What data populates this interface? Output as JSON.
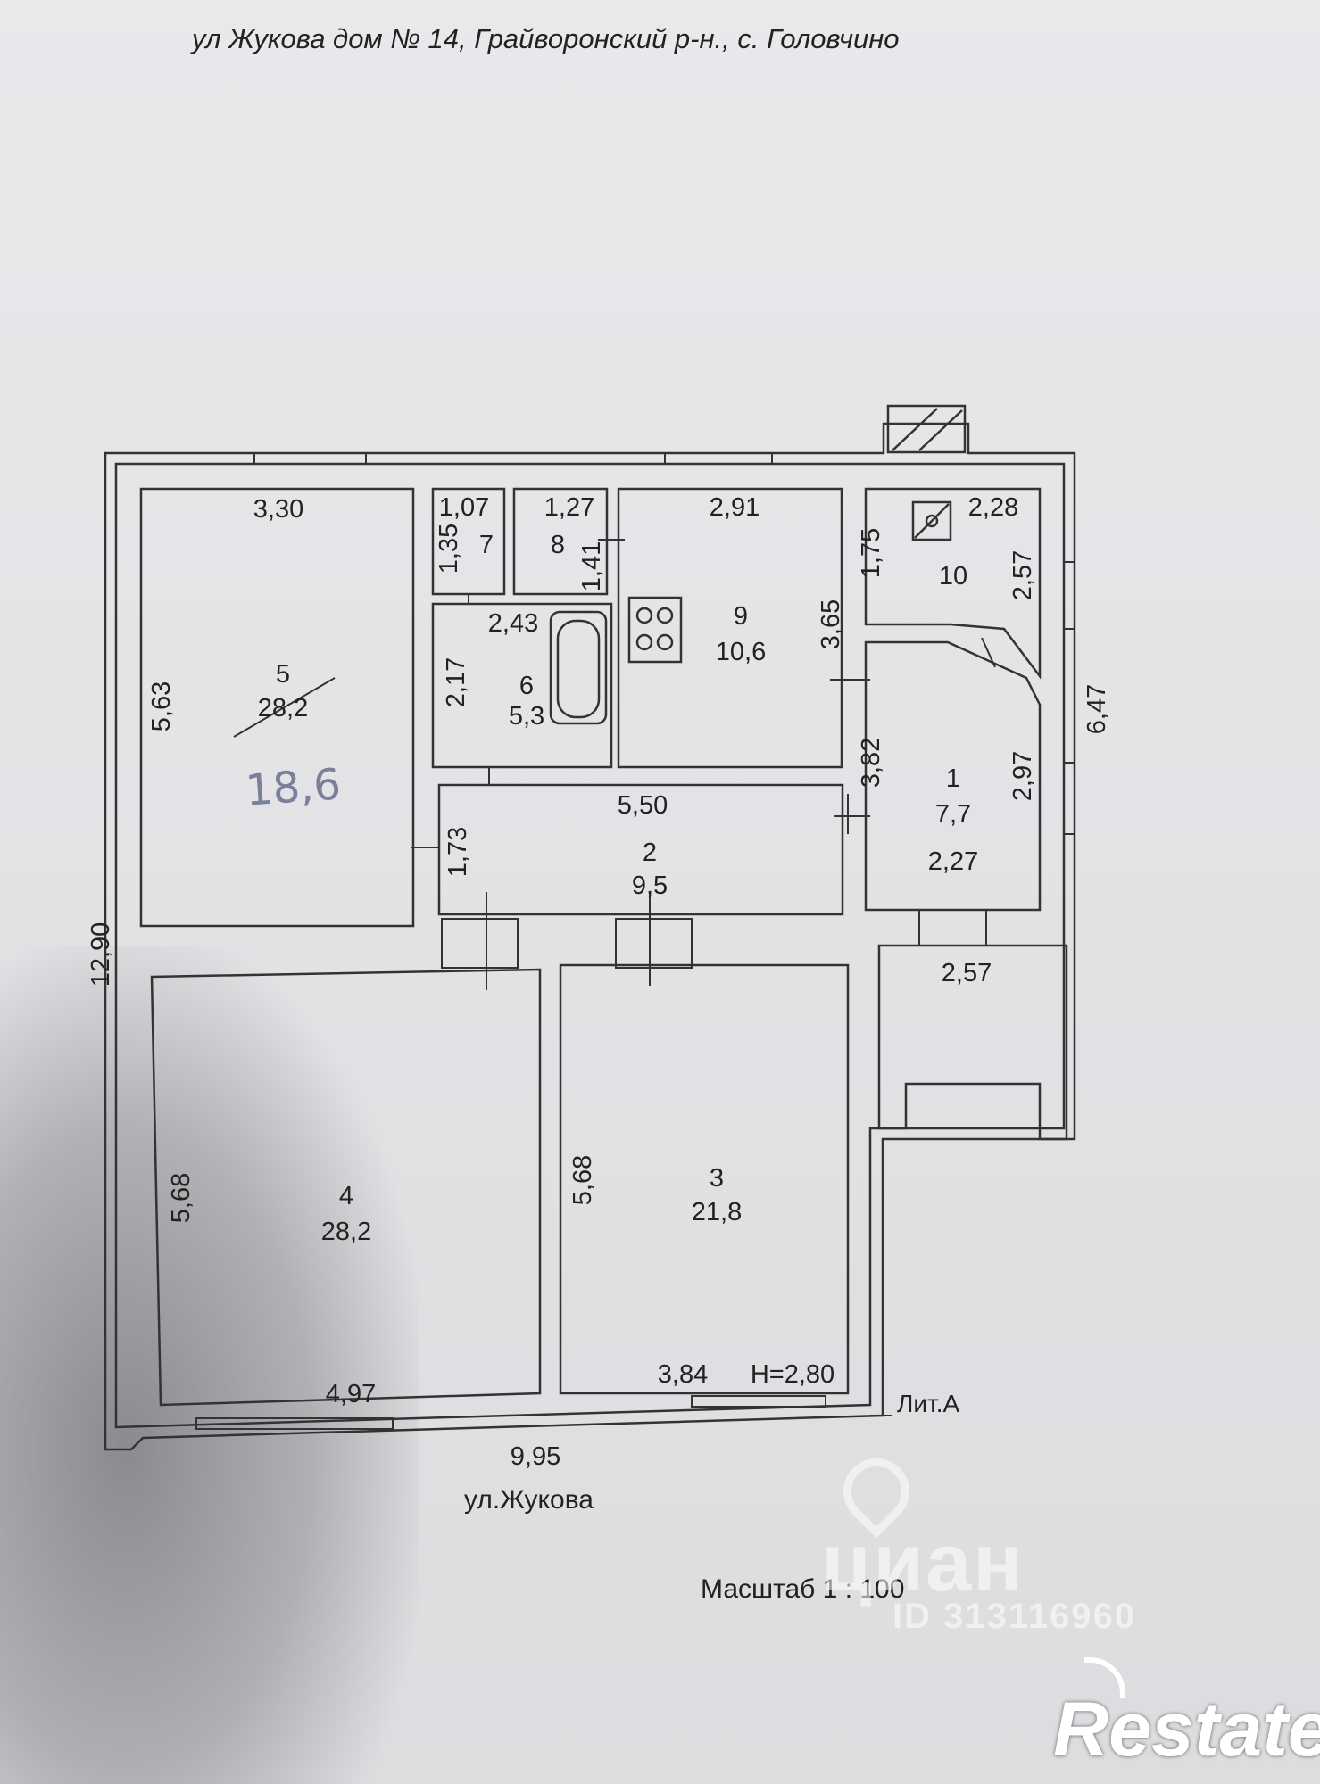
{
  "header": {
    "address": "ул Жукова дом № 14, Грайворонский р-н., с. Головчино"
  },
  "rooms": [
    {
      "num": "1",
      "area": "7,7"
    },
    {
      "num": "2",
      "area": "9,5"
    },
    {
      "num": "3",
      "area": "21,8"
    },
    {
      "num": "4",
      "area": "28,2"
    },
    {
      "num": "5",
      "area": "28,2"
    },
    {
      "num": "6",
      "area": "5,3"
    },
    {
      "num": "7"
    },
    {
      "num": "8"
    },
    {
      "num": "9",
      "area": "10,6"
    },
    {
      "num": "10"
    }
  ],
  "dimensions": {
    "r5_top": "3,30",
    "r5_left": "5,63",
    "r7_top": "1,07",
    "r7_side": "1,35",
    "r8_top": "1,27",
    "r8_side": "1,41",
    "r9_top": "2,91",
    "r9_side": "3,65",
    "r10_top": "2,28",
    "r10_left": "1,75",
    "r10_right": "2,57",
    "r6_top": "2,43",
    "r6_side": "2,17",
    "r1_left": "3,82",
    "r1_right": "2,97",
    "r1_bottom": "2,27",
    "r2_top": "5,50",
    "r2_side": "1,73",
    "porch": "2,57",
    "outer_right": "6,47",
    "outer_left": "12,90",
    "outer_bottom": "9,95",
    "r4_side": "5,68",
    "r4_bottom": "4,97",
    "r3_side": "5,68",
    "r3_bottom": "3,84",
    "ceiling_height": "Н=2,80"
  },
  "handwritten": "18,6",
  "labels": {
    "street": "ул.Жукова",
    "lit": "Лит.А",
    "scale": "Масштаб 1 : 100"
  },
  "watermarks": {
    "cian": "циан",
    "cian_id": "ID 313116960",
    "restate": "Restate"
  }
}
